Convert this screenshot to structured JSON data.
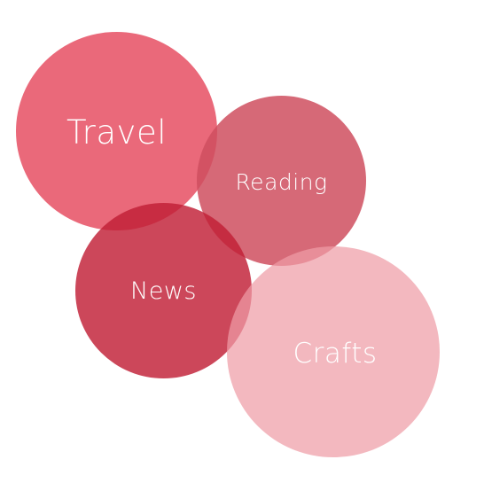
{
  "bubbles": [
    {
      "id": "travel",
      "label": "Travel",
      "color": "#e8596b",
      "opacity": 0.9
    },
    {
      "id": "reading",
      "label": "Reading",
      "color": "#cf4f5f",
      "opacity": 0.85
    },
    {
      "id": "news",
      "label": "News",
      "color": "#c11f36",
      "opacity": 0.82
    },
    {
      "id": "crafts",
      "label": "Crafts",
      "color": "#ef9da6",
      "opacity": 0.72
    }
  ]
}
